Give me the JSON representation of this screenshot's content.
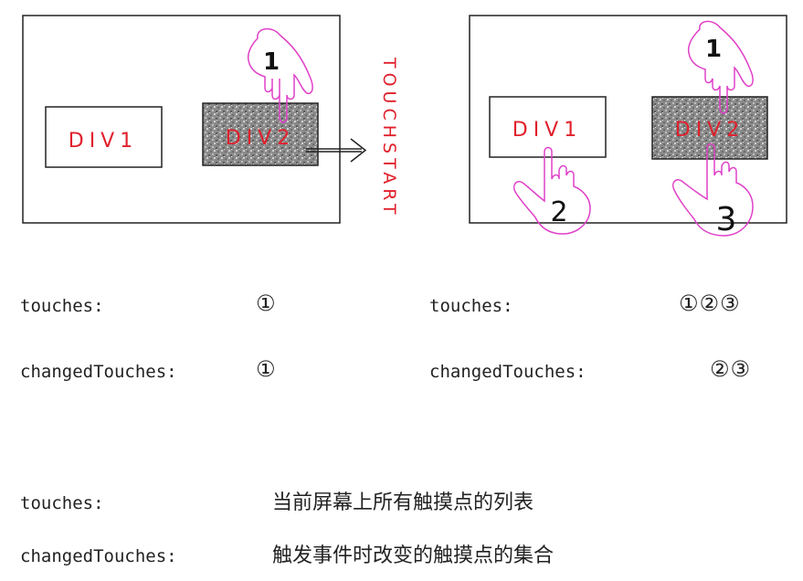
{
  "diagram": {
    "event_label": "TOUCHSTART",
    "accent_color": "#e0202c",
    "finger_color": "#e040c8",
    "left_panel": {
      "div1_label": "DIV1",
      "div2_label": "DIV2",
      "finger_numbers": [
        "1"
      ]
    },
    "right_panel": {
      "div1_label": "DIV1",
      "div2_label": "DIV2",
      "finger_numbers": [
        "1",
        "2",
        "3"
      ]
    }
  },
  "left_values": {
    "touches_label": "touches:",
    "touches_value": "①",
    "changed_label": "changedTouches:",
    "changed_value": "①"
  },
  "right_values": {
    "touches_label": "touches:",
    "touches_value": "①②③",
    "changed_label": "changedTouches:",
    "changed_value": "②③"
  },
  "definitions": [
    {
      "term": "touches:",
      "description": "当前屏幕上所有触摸点的列表"
    },
    {
      "term": "changedTouches:",
      "description": "触发事件时改变的触摸点的集合"
    }
  ]
}
